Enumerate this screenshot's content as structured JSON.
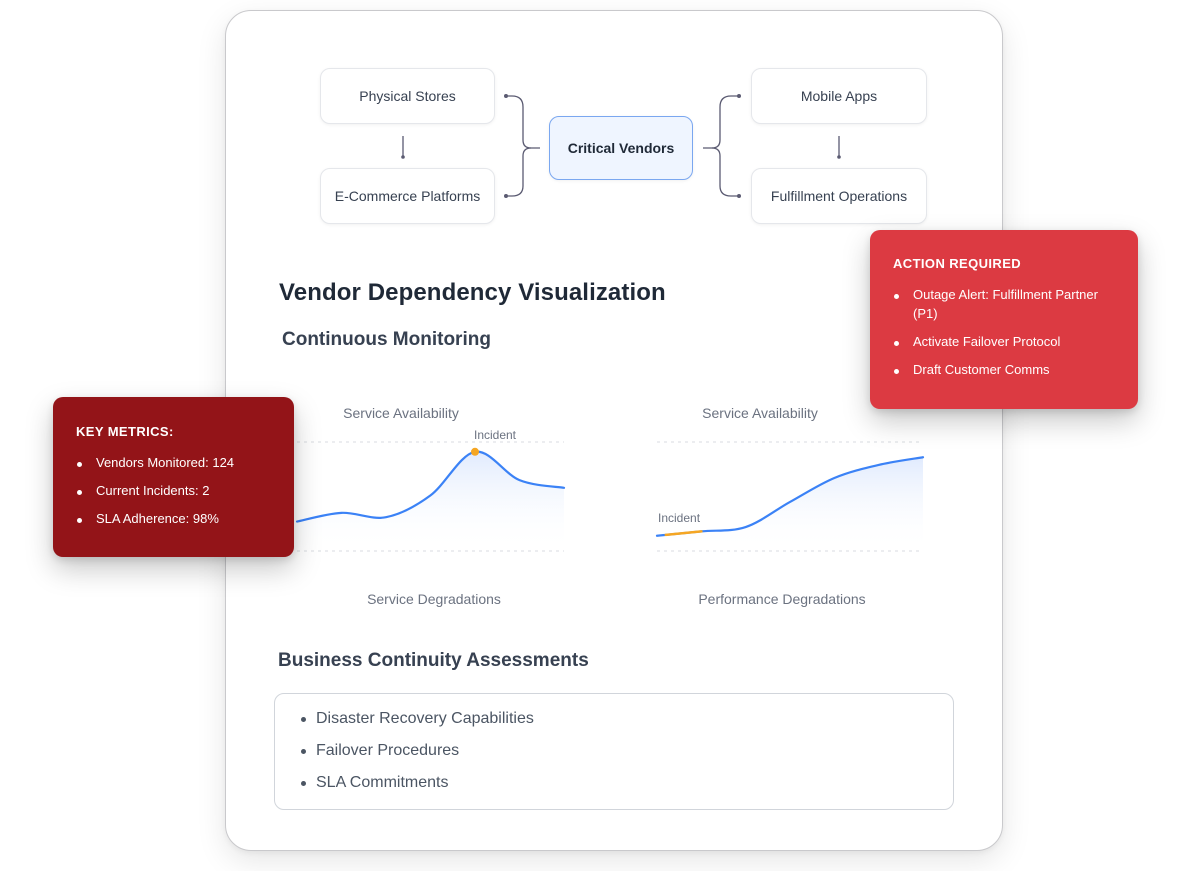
{
  "diagram": {
    "center": "Critical Vendors",
    "left_nodes": [
      "Physical Stores",
      "E-Commerce Platforms"
    ],
    "right_nodes": [
      "Mobile Apps",
      "Fulfillment Operations"
    ],
    "edges": [
      {
        "from": "Critical Vendors",
        "to": "Physical Stores"
      },
      {
        "from": "Critical Vendors",
        "to": "E-Commerce Platforms"
      },
      {
        "from": "Critical Vendors",
        "to": "Mobile Apps"
      },
      {
        "from": "Critical Vendors",
        "to": "Fulfillment Operations"
      },
      {
        "from": "Physical Stores",
        "to": "E-Commerce Platforms"
      },
      {
        "from": "Mobile Apps",
        "to": "Fulfillment Operations"
      }
    ]
  },
  "page": {
    "title": "Vendor Dependency Visualization",
    "subtitle": "Continuous Monitoring",
    "assessments_title": "Business Continuity Assessments",
    "assessments": [
      "Disaster Recovery Capabilities",
      "Failover Procedures",
      "SLA Commitments"
    ]
  },
  "colors": {
    "line": "#3b82f6",
    "incident": "#f5a623",
    "action_bg": "#dc3a42",
    "metrics_bg": "#931418",
    "center_border": "#7aa7f0"
  },
  "chart_data": [
    {
      "type": "area",
      "title": "Service Availability",
      "xlabel": "Service Degradations",
      "ylabel": "",
      "grid": true,
      "ylim": [
        0,
        100
      ],
      "x": [
        0,
        1,
        2,
        3,
        4,
        5,
        6
      ],
      "series": [
        {
          "name": "Service Availability",
          "values": [
            27,
            35,
            31,
            51,
            91,
            65,
            58
          ]
        }
      ],
      "annotations": [
        {
          "label": "Incident",
          "x": 4,
          "kind": "point"
        }
      ]
    },
    {
      "type": "area",
      "title": "Service Availability",
      "xlabel": "Performance Degradations",
      "ylabel": "",
      "grid": true,
      "ylim": [
        0,
        100
      ],
      "x": [
        0,
        1,
        2,
        3,
        4,
        5,
        6
      ],
      "series": [
        {
          "name": "Service Availability",
          "values": [
            14,
            18,
            22,
            45,
            67,
            79,
            86
          ]
        }
      ],
      "annotations": [
        {
          "label": "Incident",
          "x_range": [
            0.2,
            1
          ],
          "kind": "segment"
        }
      ]
    }
  ],
  "action_required": {
    "title": "ACTION REQUIRED",
    "items": [
      "Outage Alert: Fulfillment Partner (P1)",
      "Activate Failover Protocol",
      "Draft Customer Comms"
    ]
  },
  "key_metrics": {
    "title": "KEY METRICS:",
    "items": [
      "Vendors Monitored: 124",
      "Current Incidents: 2",
      "SLA Adherence: 98%"
    ]
  }
}
